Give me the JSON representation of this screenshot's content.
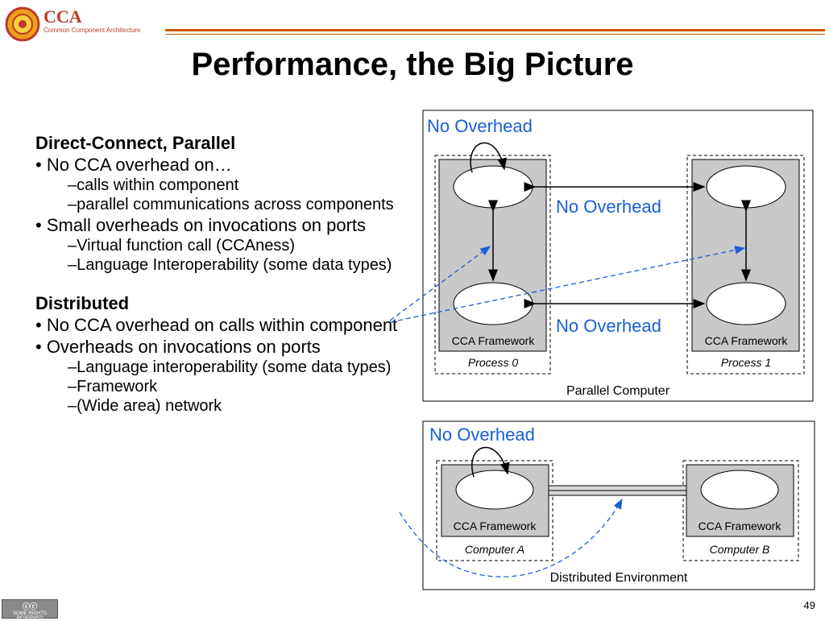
{
  "header": {
    "logo_text": "CCA",
    "logo_subtitle": "Common Component Architecture",
    "title": "Performance, the Big Picture"
  },
  "bullets": {
    "parallel_heading": "Direct-Connect, Parallel",
    "p1": "• No CCA overhead on…",
    "p1a": "–calls within component",
    "p1b": "–parallel communications across components",
    "p2": "• Small overheads on invocations on ports",
    "p2a": "–Virtual function call (CCAness)",
    "p2b": "–Language Interoperability (some data types)",
    "distributed_heading": "Distributed",
    "d1": "• No CCA overhead on calls within component",
    "d2": "• Overheads on invocations on ports",
    "d2a": "–Language interoperability (some data types)",
    "d2b": "–Framework",
    "d2c": "–(Wide area) network"
  },
  "parallel_diagram": {
    "no_overhead_top": "No Overhead",
    "no_overhead_mid": "No Overhead",
    "no_overhead_low": "No Overhead",
    "framework0": "CCA Framework",
    "framework1": "CCA Framework",
    "process0": "Process 0",
    "process1": "Process 1",
    "caption": "Parallel Computer"
  },
  "distributed_diagram": {
    "no_overhead": "No Overhead",
    "frameworkA": "CCA Framework",
    "frameworkB": "CCA Framework",
    "computerA": "Computer A",
    "computerB": "Computer B",
    "caption": "Distributed Environment"
  },
  "footer": {
    "license_badge": "SOME RIGHTS RESERVED",
    "page_number": "49"
  },
  "colors": {
    "accent_blue": "#1a5fd6",
    "logo_red": "#c0392b",
    "framework_gray": "#c8c8c8"
  }
}
